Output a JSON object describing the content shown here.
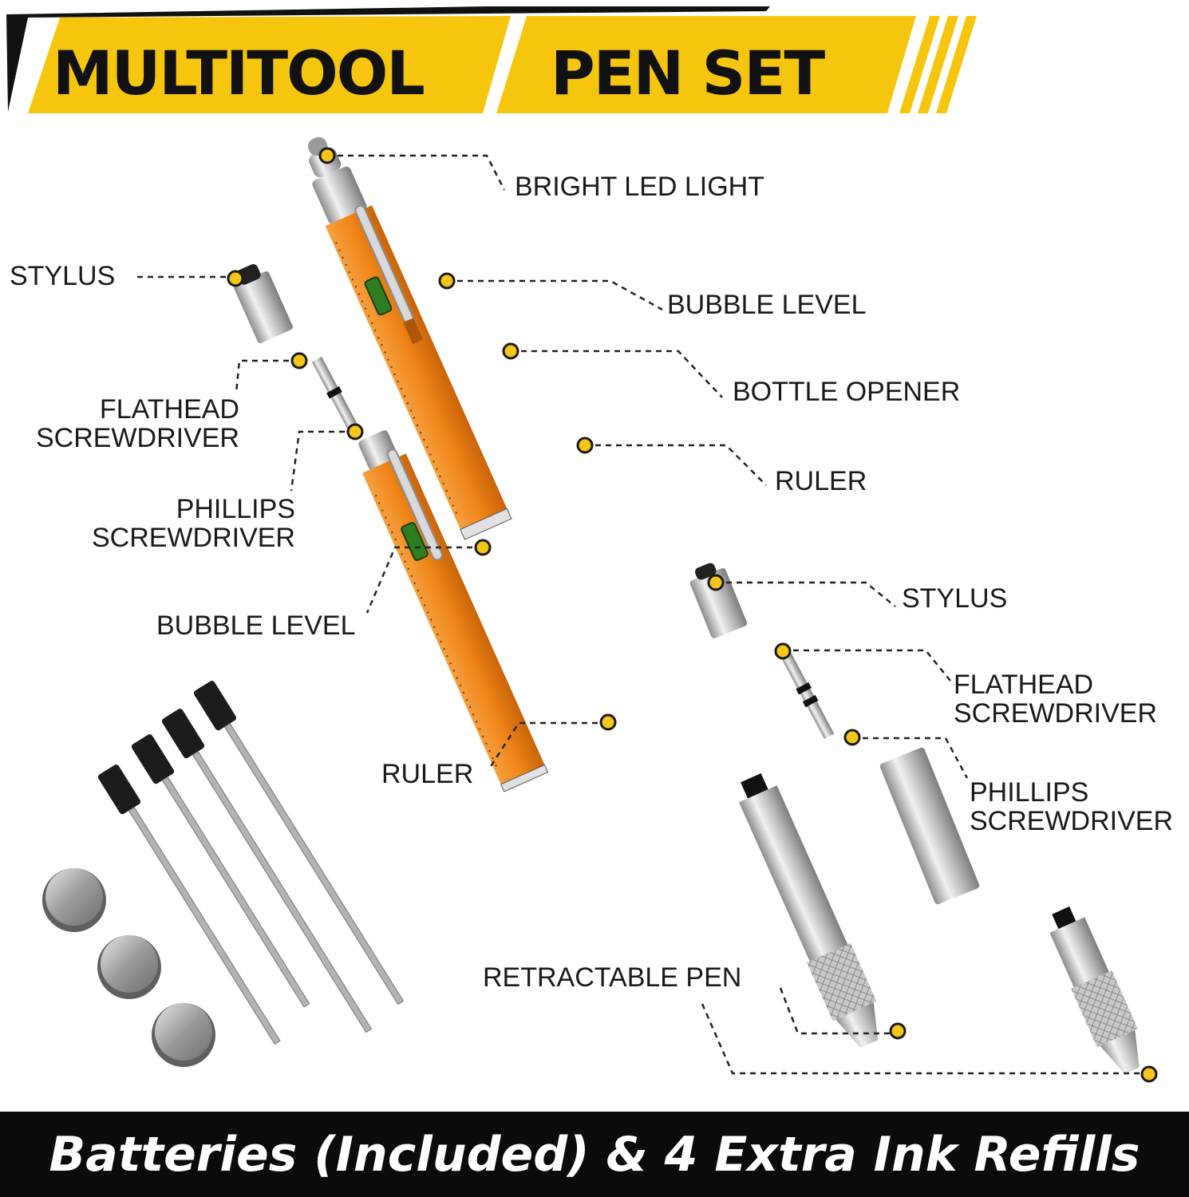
{
  "title": {
    "word1": "MULTITOOL",
    "word2": "PEN SET"
  },
  "colors": {
    "yellow": "#f6c60f",
    "black": "#0b0b0b",
    "orange": "#f08a1a",
    "silver": "#c9c9c9",
    "callout_dot": "#f5c518"
  },
  "labels": {
    "led": "BRIGHT LED LIGHT",
    "bubble_top": "BUBBLE LEVEL",
    "bottle": "BOTTLE OPENER",
    "ruler_top": "RULER",
    "stylus_left": "STYLUS",
    "flathead_left": "FLATHEAD\nSCREWDRIVER",
    "phillips_left": "PHILLIPS\nSCREWDRIVER",
    "bubble_left": "BUBBLE LEVEL",
    "ruler_left": "RULER",
    "stylus_right": "STYLUS",
    "flathead_right": "FLATHEAD\nSCREWDRIVER",
    "phillips_right": "PHILLIPS\nSCREWDRIVER",
    "retractable": "RETRACTABLE PEN"
  },
  "footer": "Batteries (Included) & 4 Extra Ink Refills"
}
